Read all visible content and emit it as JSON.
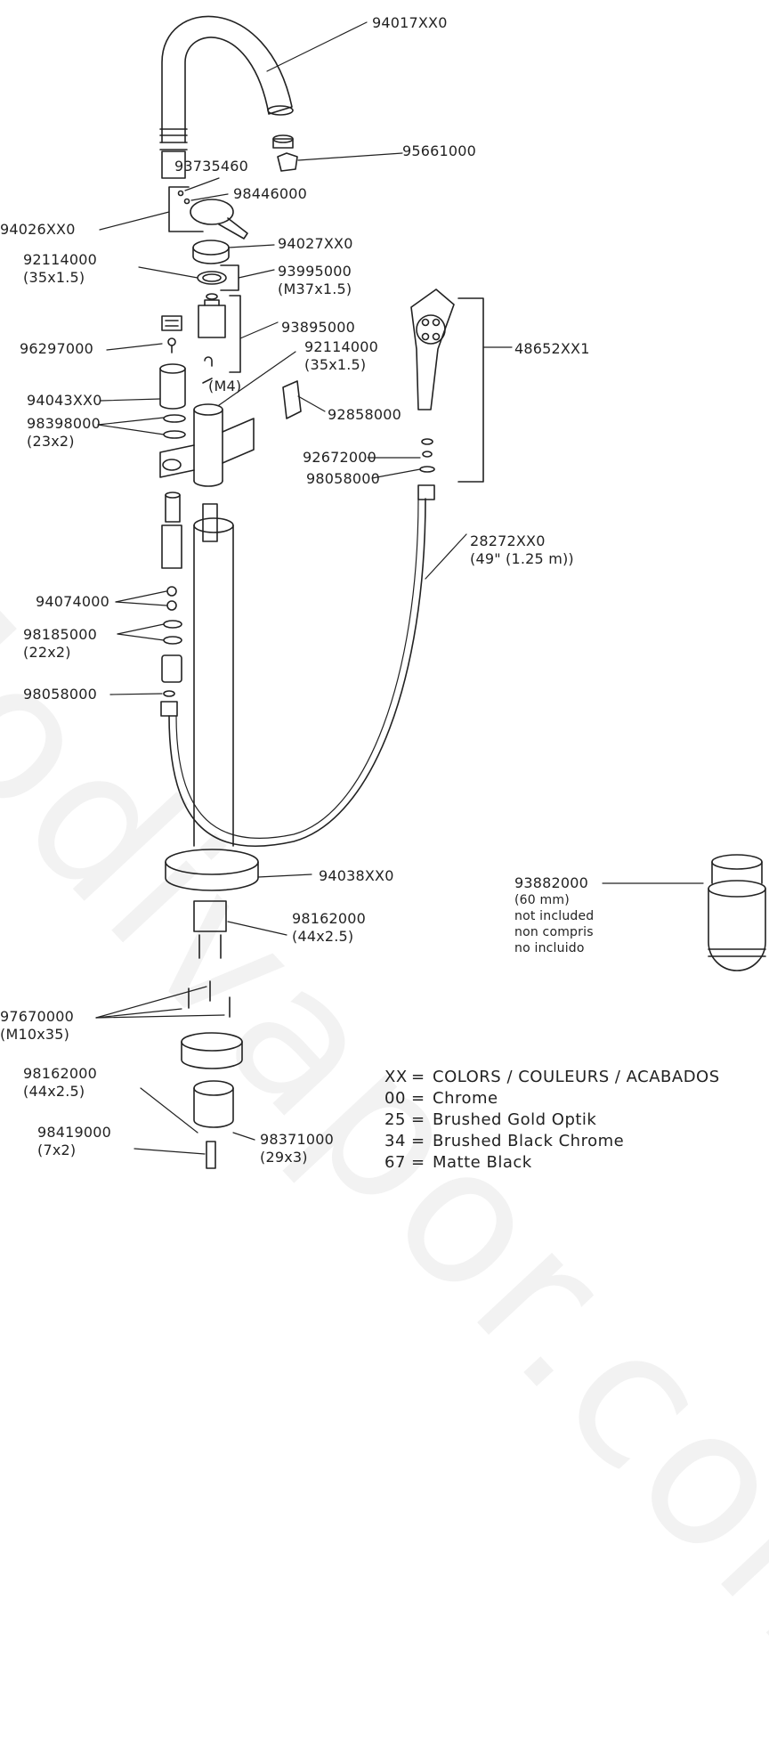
{
  "watermark": "Modivapor.com",
  "parts": {
    "spout": "94017XX0",
    "aerator": "95661000",
    "set_screw": "93735460",
    "screw_cap": "98446000",
    "handle": "94026XX0",
    "cover": "94027XX0",
    "oring_top": {
      "code": "92114000",
      "size": "(35x1.5)"
    },
    "nut": {
      "code": "93995000",
      "size": "(M37x1.5)"
    },
    "cartridge": "93895000",
    "oring_mid": {
      "code": "92114000",
      "size": "(35x1.5)"
    },
    "m4": "(M4)",
    "diverter": "96297000",
    "sleeve": "94043XX0",
    "orings_23": {
      "code": "98398000",
      "size": "(23x2)"
    },
    "clip": "92858000",
    "handshower": "48652XX1",
    "flow_limiter": "92672000",
    "washer_top": "98058000",
    "hose": {
      "code": "28272XX0",
      "size": "(49\" (1.25 m))"
    },
    "check_valves": "94074000",
    "orings_22": {
      "code": "98185000",
      "size": "(22x2)"
    },
    "washer_bottom": "98058000",
    "base_plate": "94038XX0",
    "oring_44a": {
      "code": "98162000",
      "size": "(44x2.5)"
    },
    "extension": {
      "code": "93882000",
      "size": "(60 mm)",
      "note1": "not included",
      "note2": "non compris",
      "note3": "no incluido"
    },
    "screws": {
      "code": "97670000",
      "size": "(M10x35)"
    },
    "oring_44b": {
      "code": "98162000",
      "size": "(44x2.5)"
    },
    "oring_29": {
      "code": "98371000",
      "size": "(29x3)"
    },
    "oring_7": {
      "code": "98419000",
      "size": "(7x2)"
    }
  },
  "legend": {
    "rows": [
      {
        "code": "XX",
        "text": "COLORS / COULEURS / ACABADOS"
      },
      {
        "code": "00",
        "text": "Chrome"
      },
      {
        "code": "25",
        "text": "Brushed Gold Optik"
      },
      {
        "code": "34",
        "text": "Brushed Black Chrome"
      },
      {
        "code": "67",
        "text": "Matte Black"
      }
    ]
  }
}
